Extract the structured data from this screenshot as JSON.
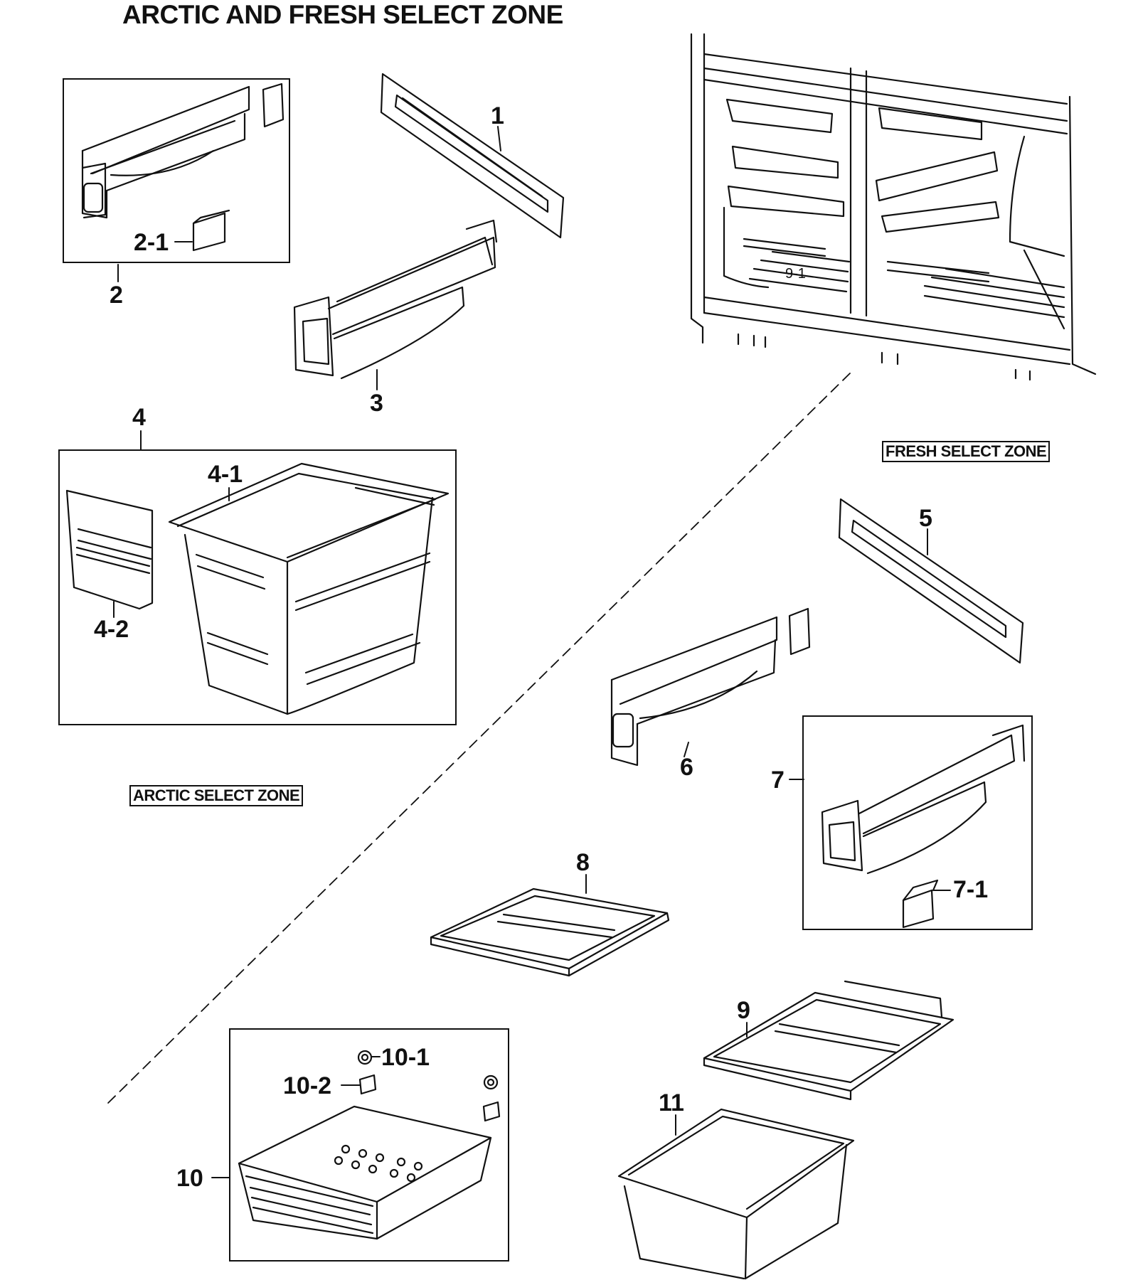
{
  "title": "ARCTIC AND FRESH SELECT ZONE",
  "zones": {
    "fresh": "FRESH SELECT ZONE",
    "arctic": "ARCTIC SELECT ZONE"
  },
  "callouts": {
    "c1": "1",
    "c2": "2",
    "c2_1": "2-1",
    "c3": "3",
    "c4": "4",
    "c4_1": "4-1",
    "c4_2": "4-2",
    "c5": "5",
    "c6": "6",
    "c7": "7",
    "c7_1": "7-1",
    "c8": "8",
    "c9": "9",
    "c9_1": "9-1",
    "c10": "10",
    "c10_1": "10-1",
    "c10_2": "10-2",
    "c11": "11"
  },
  "icons": [
    "part-drawing",
    "leader-line",
    "group-box",
    "zone-divider"
  ]
}
